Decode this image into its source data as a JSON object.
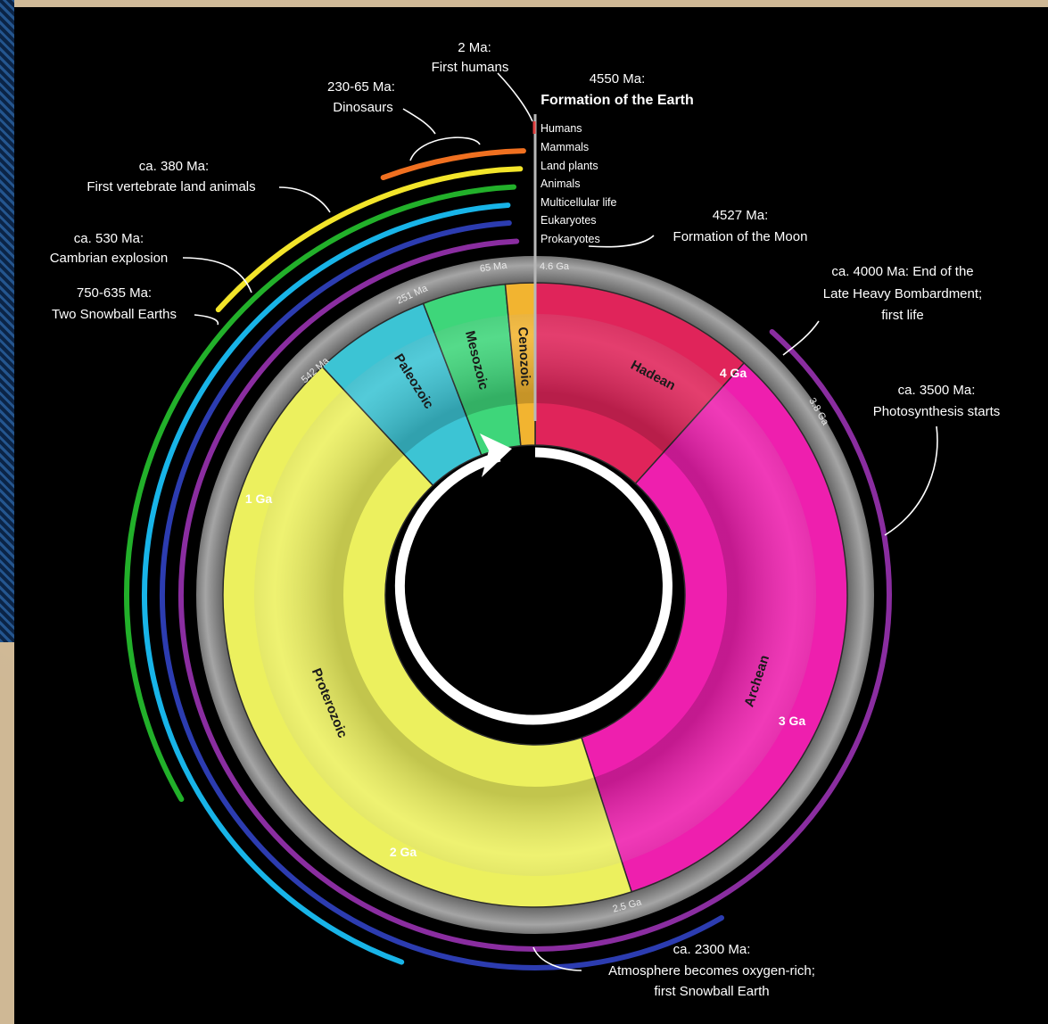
{
  "colors": {
    "panel": "#000000",
    "hadean": "#e0245a",
    "archean": "#ee1fae",
    "proterozoic": "#ecf05e",
    "paleozoic": "#3cc4d4",
    "mesozoic": "#3ed67a",
    "cenozoic": "#f2b430",
    "rim": "#8c8c8c",
    "humans": "#e04040",
    "mammals": "#f07020",
    "land_plants": "#f3e52a",
    "animals": "#22b02a",
    "multicellular": "#18b4e8",
    "eukaryotes": "#2c3cb0",
    "prokaryotes": "#8a2da0"
  },
  "eons": [
    {
      "label": "Hadean"
    },
    {
      "label": "Archean"
    },
    {
      "label": "Proterozoic"
    },
    {
      "label": "Paleozoic"
    },
    {
      "label": "Mesozoic"
    },
    {
      "label": "Cenozoic"
    }
  ],
  "ga_labels": {
    "four": "4 Ga",
    "three": "3 Ga",
    "two": "2 Ga",
    "one": "1 Ga"
  },
  "rim_labels": {
    "top": "4.6 Ga",
    "ma65": "65 Ma",
    "ma251": "251 Ma",
    "ma542": "542 Ma",
    "ga38": "3.8 Ga",
    "ga25": "2.5 Ga"
  },
  "life_legend": [
    {
      "label": "Humans"
    },
    {
      "label": "Mammals"
    },
    {
      "label": "Land plants"
    },
    {
      "label": "Animals"
    },
    {
      "label": "Multicellular life"
    },
    {
      "label": "Eukaryotes"
    },
    {
      "label": "Prokaryotes"
    }
  ],
  "events": {
    "humans": {
      "line1": "2 Ma:",
      "line2": "First humans"
    },
    "earth": {
      "line1": "4550 Ma:",
      "line2": "Formation of the Earth"
    },
    "dinosaurs": {
      "line1": "230-65 Ma:",
      "line2": "Dinosaurs"
    },
    "vertebrates": {
      "line1": "ca. 380 Ma:",
      "line2": "First vertebrate land animals"
    },
    "cambrian": {
      "line1": "ca. 530 Ma:",
      "line2": "Cambrian explosion"
    },
    "snowball": {
      "line1": "750-635 Ma:",
      "line2": "Two Snowball Earths"
    },
    "moon": {
      "line1": "4527 Ma:",
      "line2": "Formation of the Moon"
    },
    "bombardment": {
      "line1": "ca. 4000 Ma: End of the",
      "line2": "Late Heavy Bombardment;",
      "line3": "first life"
    },
    "photosynthesis": {
      "line1": "ca. 3500 Ma:",
      "line2": "Photosynthesis starts"
    },
    "oxygen": {
      "line1": "ca. 2300 Ma:",
      "line2": "Atmosphere becomes oxygen-rich;",
      "line3": "first Snowball Earth"
    }
  }
}
